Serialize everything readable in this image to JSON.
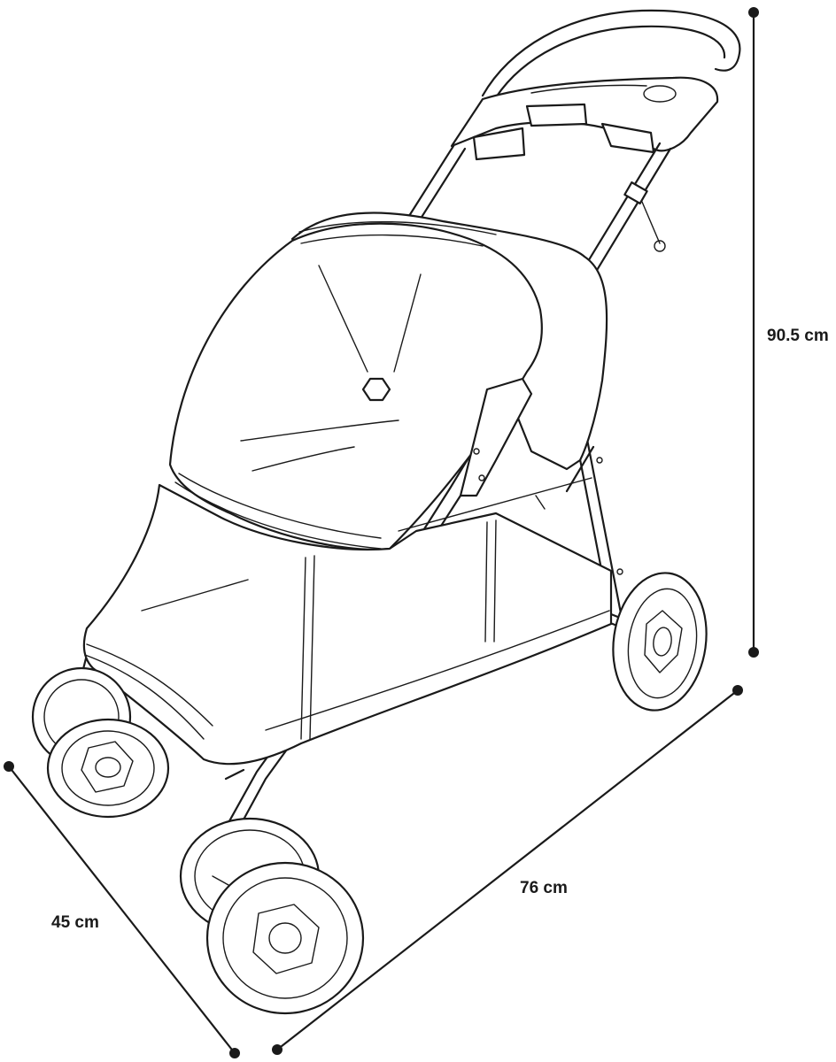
{
  "dimensions": {
    "height": "90.5 cm",
    "length": "76 cm",
    "width": "45 cm"
  },
  "colors": {
    "line": "#1a1a1a",
    "background": "#ffffff"
  }
}
